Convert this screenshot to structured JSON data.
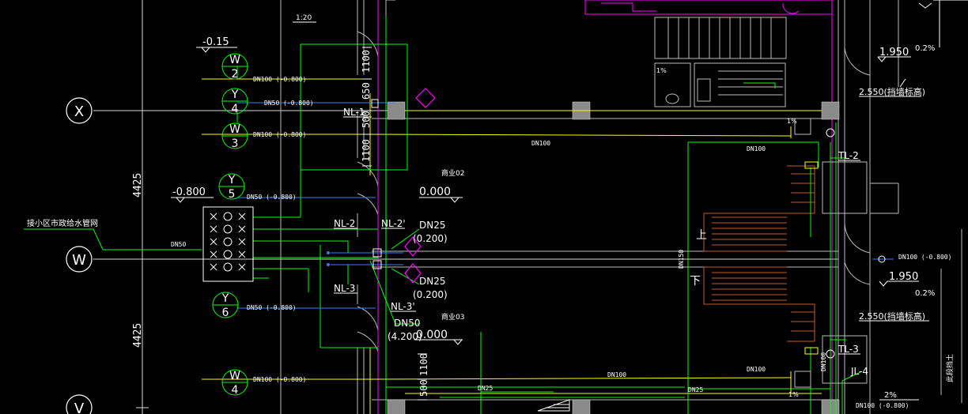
{
  "colors": {
    "background": "#000000",
    "white": "#ffffff",
    "green": "#00ff00",
    "yellow": "#ffff00",
    "cyan_blue": "#3a7bff",
    "magenta": "#ff00ff",
    "grey_column": "#8a8a8a",
    "stair_brown": "#c05a2a",
    "wall_grey": "#9a9a9a"
  },
  "axis_bubbles": {
    "x": "X",
    "w": "W",
    "v": "V"
  },
  "scale_note": "1:20",
  "elevations": {
    "top_left": "-0.15",
    "mid_left": "-0.800",
    "floor_a": "0.000",
    "floor_b": "0.000",
    "right_1950_a": "1.950",
    "right_1950_b": "1.950",
    "right_2550_a": "2.550(挡墙标高)",
    "right_2550_b": "2.550(挡墙标高)",
    "slope_a": "0.2%",
    "slope_b": "0.2%",
    "slope_c": "2%"
  },
  "dimensions": {
    "left_upper": "4425",
    "left_lower": "4425",
    "d1100_top": "1100",
    "d650": "650",
    "d500": "500",
    "d1100_mid": "1100",
    "d1100_bottom": "1100",
    "d500_bottom": "500"
  },
  "pipe_tags": {
    "w2": {
      "letter": "W",
      "num": "2"
    },
    "y4": {
      "letter": "Y",
      "num": "4"
    },
    "w3": {
      "letter": "W",
      "num": "3"
    },
    "y5": {
      "letter": "Y",
      "num": "5"
    },
    "y6": {
      "letter": "Y",
      "num": "6"
    },
    "w4": {
      "letter": "W",
      "num": "4"
    }
  },
  "pipe_labels": {
    "dn100_w2": "DN100   (-0.800)",
    "dn50_y4": "DN50   (-0.800)",
    "dn100_w3": "DN100   (-0.800)",
    "dn50_y5": "DN50   (-0.800)",
    "dn50_main": "DN50",
    "dn50_y6": "DN50   (-0.800)",
    "dn100_w4": "DN100   (-0.800)",
    "dn100_top_run": "DN100",
    "dn100_right_run": "DN100",
    "dn150_vertical": "DN150",
    "dn100_bottom_run": "DN100",
    "dn100_bottom_right": "DN100",
    "dn25_bottom_left": "DN25",
    "dn25_bottom_right": "DN25",
    "dn100_right_edge": "DN100  (-0.800)",
    "dn100_bottom_edge": "DN100  (-0.800)",
    "dn100_vertical_small": "DN100"
  },
  "risers": {
    "nl1": "NL-1",
    "nl2": "NL-2",
    "nl2p": "NL-2'",
    "nl3": "NL-3",
    "nl3p": "NL-3'",
    "tl2": "TL-2",
    "tl3": "TL-3",
    "jl4": "JL-4"
  },
  "riser_sizes": {
    "dn25_a": "DN25",
    "dn25_a_elev": "(0.200)",
    "dn25_b": "DN25",
    "dn25_b_elev": "(0.200)",
    "dn50": "DN50",
    "dn50_elev": "(4.200)"
  },
  "rooms": {
    "shop02": "商业02",
    "shop03": "商业03"
  },
  "supply_note": "接小区市政给水管网",
  "stair_up": "上",
  "stair_down": "下",
  "slope_small_a": "1%",
  "slope_small_b": "1%",
  "slope_small_c": "1%",
  "edge_note": "此段挡土"
}
